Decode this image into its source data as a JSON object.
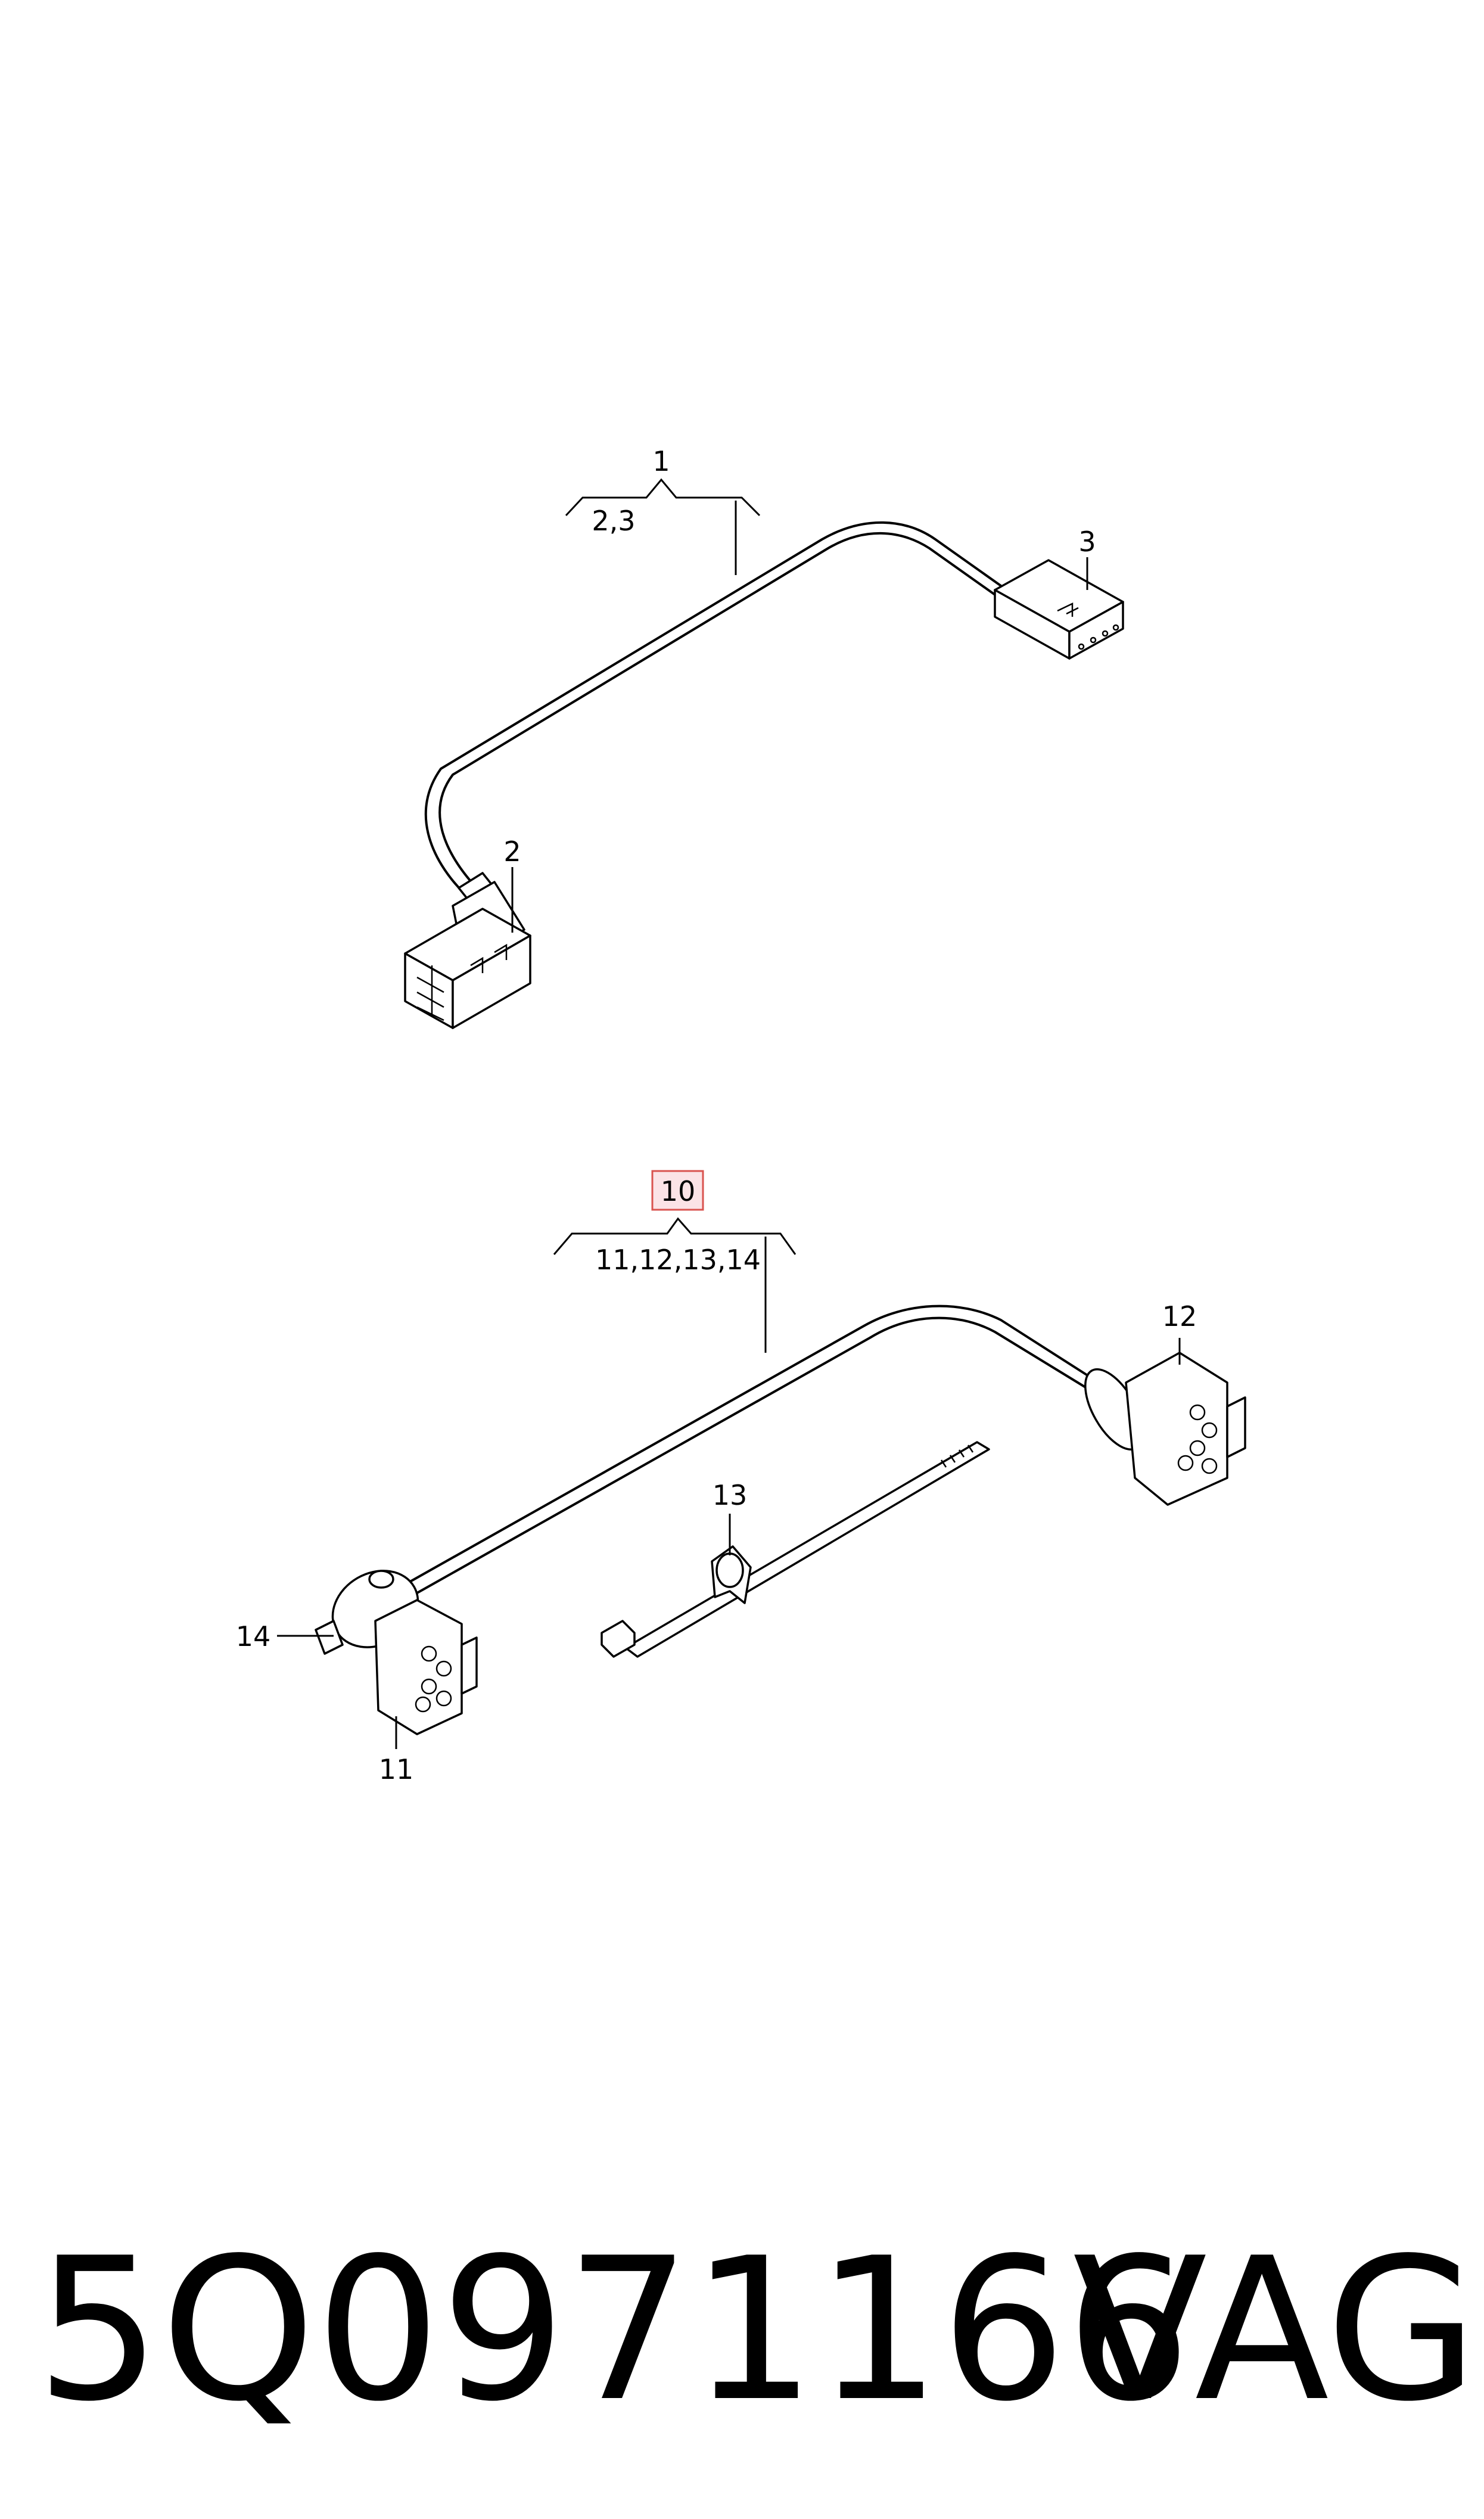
{
  "diagram": {
    "callouts": {
      "c1": "1",
      "c1_sub": "2,3",
      "c2": "2",
      "c3": "3",
      "c10": "10",
      "c10_sub": "11,12,13,14",
      "c11": "11",
      "c12": "12",
      "c13": "13",
      "c14": "14"
    },
    "highlight_color": "#fbe3e6"
  },
  "footer": {
    "part_number": "5Q0971166",
    "brand": "VAG"
  }
}
